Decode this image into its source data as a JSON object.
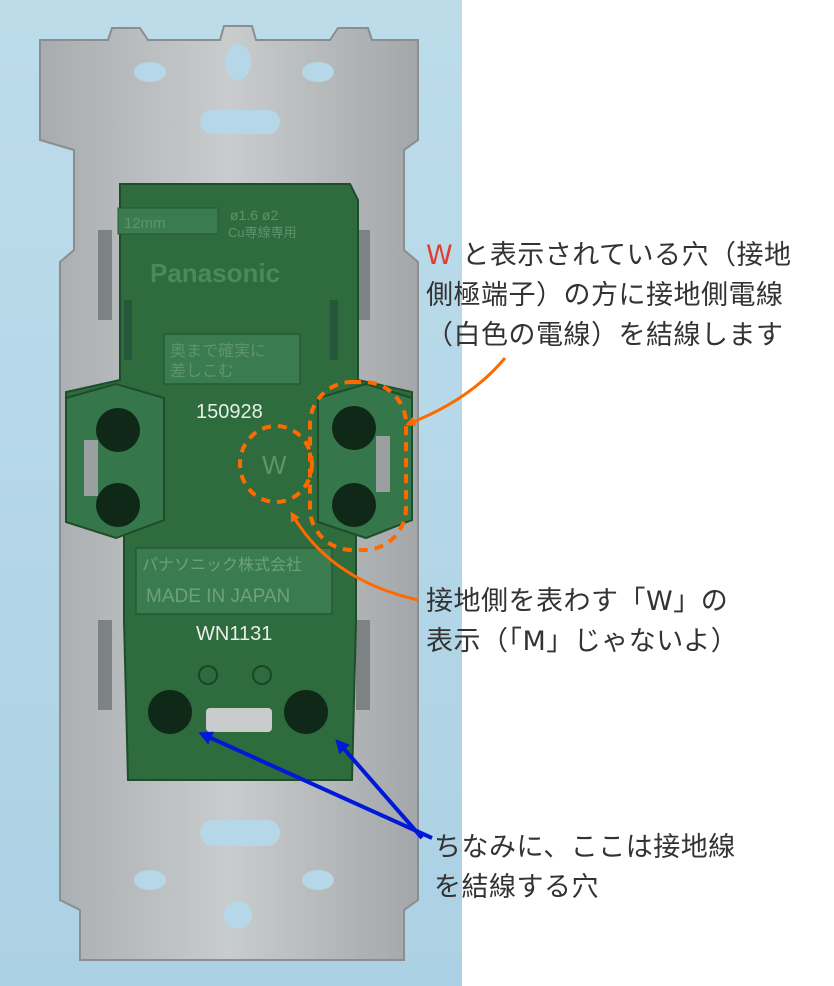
{
  "colors": {
    "background_left": "#b5d7e8",
    "background_right": "#ffffff",
    "receptacle_body": "#2e6b3d",
    "plate": "#b9bcbd",
    "highlight_marker": "#ff6a00",
    "blue_arrow": "#0018d8",
    "annotation_text": "#333333",
    "w_letter": "#e63b2e"
  },
  "device": {
    "brand": "Panasonic",
    "wire_gauge": "ø1.6  ø2",
    "strip_length": "12mm",
    "cu_only": "Cu専線専用",
    "strip_note_line1": "奥まで確実に",
    "strip_note_line2": "差しこむ",
    "serial": "150928",
    "w_mark": "W",
    "maker_jp": "パナソニック株式会社",
    "made_in": "MADE IN JAPAN",
    "model": "WN1131"
  },
  "annotations": {
    "top": {
      "w_letter": "W",
      "line1_rest": " と表示されている穴（接地",
      "line2": "側極端子）の方に接地側電線",
      "line3": "（白色の電線）を結線します"
    },
    "middle": {
      "line1": "接地側を表わす「W」の",
      "line2": "表示（「M」じゃないよ）"
    },
    "bottom": {
      "line1": "ちなみに、ここは接地線",
      "line2": "を結線する穴"
    }
  }
}
